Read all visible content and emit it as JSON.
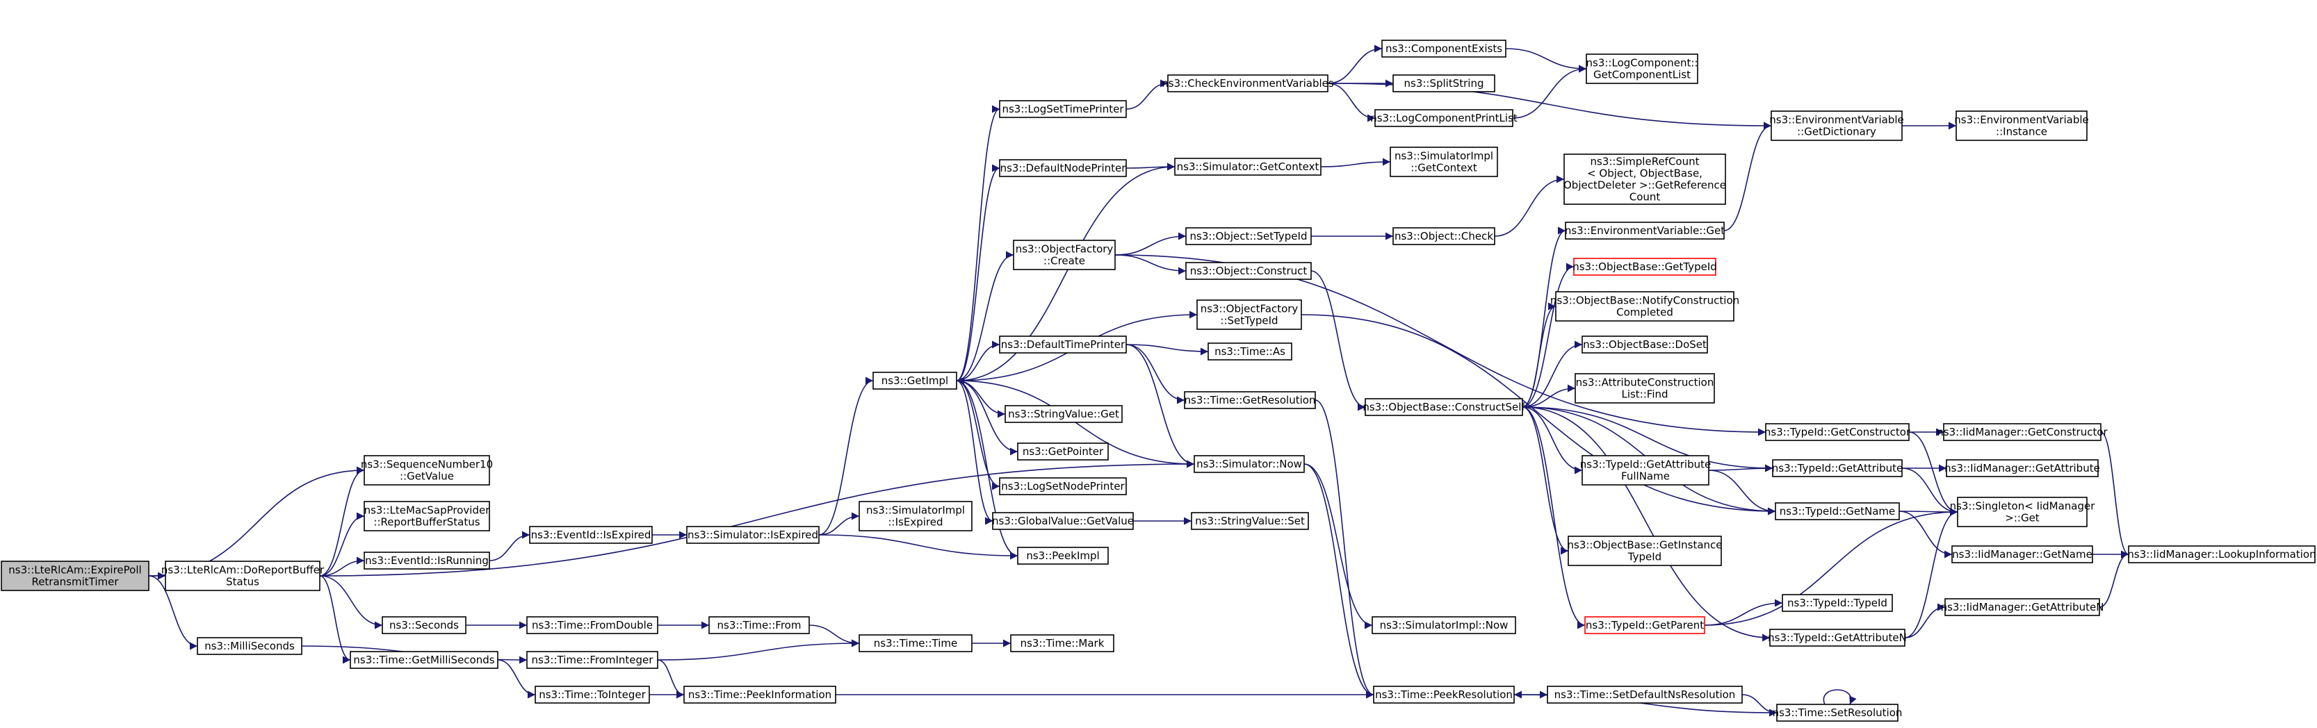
{
  "colors": {
    "edge": "#191970",
    "root_fill": "#bfbfbf",
    "node_border": "#000000",
    "warn_border": "#ff0000",
    "background": "#ffffff"
  },
  "nodes": [
    {
      "id": "root",
      "lines": [
        "ns3::LteRlcAm::ExpirePoll",
        "RetransmitTimer"
      ],
      "style": "root"
    },
    {
      "id": "doreport",
      "lines": [
        "ns3::LteRlcAm::DoReportBuffer",
        "Status"
      ]
    },
    {
      "id": "millis",
      "lines": [
        "ns3::MilliSeconds"
      ]
    },
    {
      "id": "seqnum",
      "lines": [
        "ns3::SequenceNumber10",
        "::GetValue"
      ]
    },
    {
      "id": "ltemac",
      "lines": [
        "ns3::LteMacSapProvider",
        "::ReportBufferStatus"
      ]
    },
    {
      "id": "evrunning",
      "lines": [
        "ns3::EventId::IsRunning"
      ]
    },
    {
      "id": "seconds",
      "lines": [
        "ns3::Seconds"
      ]
    },
    {
      "id": "getmilli",
      "lines": [
        "ns3::Time::GetMilliSeconds"
      ]
    },
    {
      "id": "evexpired",
      "lines": [
        "ns3::EventId::IsExpired"
      ]
    },
    {
      "id": "simexpired",
      "lines": [
        "ns3::Simulator::IsExpired"
      ]
    },
    {
      "id": "fromdouble",
      "lines": [
        "ns3::Time::FromDouble"
      ]
    },
    {
      "id": "frominteger",
      "lines": [
        "ns3::Time::FromInteger"
      ]
    },
    {
      "id": "tointeger",
      "lines": [
        "ns3::Time::ToInteger"
      ]
    },
    {
      "id": "getimpl",
      "lines": [
        "ns3::GetImpl"
      ]
    },
    {
      "id": "simimplexp",
      "lines": [
        "ns3::SimulatorImpl",
        "::IsExpired"
      ]
    },
    {
      "id": "timefrom",
      "lines": [
        "ns3::Time::From"
      ]
    },
    {
      "id": "peekinfo",
      "lines": [
        "ns3::Time::PeekInformation"
      ]
    },
    {
      "id": "timetime",
      "lines": [
        "ns3::Time::Time"
      ]
    },
    {
      "id": "logsettime",
      "lines": [
        "ns3::LogSetTimePrinter"
      ]
    },
    {
      "id": "defnodeprinter",
      "lines": [
        "ns3::DefaultNodePrinter"
      ]
    },
    {
      "id": "objfactcreate",
      "lines": [
        "ns3::ObjectFactory",
        "::Create"
      ]
    },
    {
      "id": "deftimeprinter",
      "lines": [
        "ns3::DefaultTimePrinter"
      ]
    },
    {
      "id": "stringvalget",
      "lines": [
        "ns3::StringValue::Get"
      ]
    },
    {
      "id": "getpointer",
      "lines": [
        "ns3::GetPointer"
      ]
    },
    {
      "id": "logsetnode",
      "lines": [
        "ns3::LogSetNodePrinter"
      ]
    },
    {
      "id": "globalvalget",
      "lines": [
        "ns3::GlobalValue::GetValue"
      ]
    },
    {
      "id": "peekimpl",
      "lines": [
        "ns3::PeekImpl"
      ]
    },
    {
      "id": "timemark",
      "lines": [
        "ns3::Time::Mark"
      ]
    },
    {
      "id": "checkenv",
      "lines": [
        "ns3::CheckEnvironmentVariables"
      ]
    },
    {
      "id": "simgetctx",
      "lines": [
        "ns3::Simulator::GetContext"
      ]
    },
    {
      "id": "objsettypeid",
      "lines": [
        "ns3::Object::SetTypeId"
      ]
    },
    {
      "id": "objconstruct",
      "lines": [
        "ns3::Object::Construct"
      ]
    },
    {
      "id": "objfactsettype",
      "lines": [
        "ns3::ObjectFactory",
        "::SetTypeId"
      ]
    },
    {
      "id": "timeas",
      "lines": [
        "ns3::Time::As"
      ]
    },
    {
      "id": "timegetres",
      "lines": [
        "ns3::Time::GetResolution"
      ]
    },
    {
      "id": "simnow",
      "lines": [
        "ns3::Simulator::Now"
      ]
    },
    {
      "id": "strvalset",
      "lines": [
        "ns3::StringValue::Set"
      ]
    },
    {
      "id": "compexists",
      "lines": [
        "ns3::ComponentExists"
      ]
    },
    {
      "id": "splitstring",
      "lines": [
        "ns3::SplitString"
      ]
    },
    {
      "id": "logcompprint",
      "lines": [
        "ns3::LogComponentPrintList"
      ]
    },
    {
      "id": "simimplctx",
      "lines": [
        "ns3::SimulatorImpl",
        "::GetContext"
      ]
    },
    {
      "id": "objcheck",
      "lines": [
        "ns3::Object::Check"
      ]
    },
    {
      "id": "objbaseconstruct",
      "lines": [
        "ns3::ObjectBase::ConstructSelf"
      ]
    },
    {
      "id": "simimplnow",
      "lines": [
        "ns3::SimulatorImpl::Now"
      ]
    },
    {
      "id": "peekres",
      "lines": [
        "ns3::Time::PeekResolution"
      ]
    },
    {
      "id": "logcompget",
      "lines": [
        "ns3::LogComponent::",
        "GetComponentList"
      ]
    },
    {
      "id": "simplerefcount",
      "lines": [
        "ns3::SimpleRefCount",
        "< Object, ObjectBase,",
        "ObjectDeleter >::GetReference",
        "Count"
      ]
    },
    {
      "id": "envvarget",
      "lines": [
        "ns3::EnvironmentVariable::Get"
      ]
    },
    {
      "id": "objbasegettype",
      "lines": [
        "ns3::ObjectBase::GetTypeId"
      ],
      "style": "red"
    },
    {
      "id": "objbasenotify",
      "lines": [
        "ns3::ObjectBase::NotifyConstruction",
        "Completed"
      ]
    },
    {
      "id": "objbasedoset",
      "lines": [
        "ns3::ObjectBase::DoSet"
      ]
    },
    {
      "id": "attrconstruct",
      "lines": [
        "ns3::AttributeConstruction",
        "List::Find"
      ]
    },
    {
      "id": "typeidgetattrfull",
      "lines": [
        "ns3::TypeId::GetAttribute",
        "FullName"
      ]
    },
    {
      "id": "objbasegetinst",
      "lines": [
        "ns3::ObjectBase::GetInstance",
        "TypeId"
      ]
    },
    {
      "id": "typeidgetparent",
      "lines": [
        "ns3::TypeId::GetParent"
      ],
      "style": "red"
    },
    {
      "id": "setdefaultres",
      "lines": [
        "ns3::Time::SetDefaultNsResolution"
      ]
    },
    {
      "id": "envvargetdict",
      "lines": [
        "ns3::EnvironmentVariable",
        "::GetDictionary"
      ]
    },
    {
      "id": "typeidgetctor",
      "lines": [
        "ns3::TypeId::GetConstructor"
      ]
    },
    {
      "id": "typeidgetattr",
      "lines": [
        "ns3::TypeId::GetAttribute"
      ]
    },
    {
      "id": "typeidgetname",
      "lines": [
        "ns3::TypeId::GetName"
      ]
    },
    {
      "id": "typeidtypeid",
      "lines": [
        "ns3::TypeId::TypeId"
      ]
    },
    {
      "id": "typeidgetattrn",
      "lines": [
        "ns3::TypeId::GetAttributeN"
      ]
    },
    {
      "id": "setres",
      "lines": [
        "ns3::Time::SetResolution"
      ]
    },
    {
      "id": "envvarinst",
      "lines": [
        "ns3::EnvironmentVariable",
        "::Instance"
      ]
    },
    {
      "id": "iidgetctor",
      "lines": [
        "ns3::IidManager::GetConstructor"
      ]
    },
    {
      "id": "iidgetattr",
      "lines": [
        "ns3::IidManager::GetAttribute"
      ]
    },
    {
      "id": "singleton",
      "lines": [
        "ns3::Singleton< IidManager",
        ">::Get"
      ]
    },
    {
      "id": "iidgetname",
      "lines": [
        "ns3::IidManager::GetName"
      ]
    },
    {
      "id": "iidgetattrn",
      "lines": [
        "ns3::IidManager::GetAttributeN"
      ]
    },
    {
      "id": "iidlookup",
      "lines": [
        "ns3::IidManager::LookupInformation"
      ]
    }
  ],
  "edges": [
    [
      "root",
      "doreport"
    ],
    [
      "root",
      "millis"
    ],
    [
      "root",
      "seqnum"
    ],
    [
      "doreport",
      "seqnum"
    ],
    [
      "doreport",
      "ltemac"
    ],
    [
      "doreport",
      "evrunning"
    ],
    [
      "doreport",
      "seconds"
    ],
    [
      "doreport",
      "getmilli"
    ],
    [
      "doreport",
      "simnow"
    ],
    [
      "millis",
      "frominteger"
    ],
    [
      "evrunning",
      "evexpired"
    ],
    [
      "evexpired",
      "simexpired"
    ],
    [
      "simexpired",
      "getimpl"
    ],
    [
      "simexpired",
      "simimplexp"
    ],
    [
      "simexpired",
      "peekimpl"
    ],
    [
      "seconds",
      "fromdouble"
    ],
    [
      "fromdouble",
      "timefrom"
    ],
    [
      "timefrom",
      "timetime"
    ],
    [
      "getmilli",
      "tointeger"
    ],
    [
      "tointeger",
      "peekinfo"
    ],
    [
      "frominteger",
      "peekinfo"
    ],
    [
      "frominteger",
      "timetime"
    ],
    [
      "timetime",
      "timemark"
    ],
    [
      "peekinfo",
      "peekres"
    ],
    [
      "getimpl",
      "logsettime"
    ],
    [
      "getimpl",
      "defnodeprinter"
    ],
    [
      "getimpl",
      "objfactcreate"
    ],
    [
      "getimpl",
      "deftimeprinter"
    ],
    [
      "getimpl",
      "stringvalget"
    ],
    [
      "getimpl",
      "getpointer"
    ],
    [
      "getimpl",
      "logsetnode"
    ],
    [
      "getimpl",
      "globalvalget"
    ],
    [
      "getimpl",
      "peekimpl"
    ],
    [
      "getimpl",
      "objfactsettype"
    ],
    [
      "getimpl",
      "simgetctx"
    ],
    [
      "logsettime",
      "checkenv"
    ],
    [
      "defnodeprinter",
      "simgetctx"
    ],
    [
      "objfactcreate",
      "objsettypeid"
    ],
    [
      "objfactcreate",
      "objconstruct"
    ],
    [
      "objfactcreate",
      "typeidgetctor"
    ],
    [
      "deftimeprinter",
      "timeas"
    ],
    [
      "deftimeprinter",
      "timegetres"
    ],
    [
      "deftimeprinter",
      "simnow"
    ],
    [
      "globalvalget",
      "strvalset"
    ],
    [
      "checkenv",
      "compexists"
    ],
    [
      "checkenv",
      "splitstring"
    ],
    [
      "checkenv",
      "logcompprint"
    ],
    [
      "checkenv",
      "envvargetdict"
    ],
    [
      "compexists",
      "logcompget"
    ],
    [
      "logcompprint",
      "logcompget"
    ],
    [
      "simgetctx",
      "simimplctx"
    ],
    [
      "objsettypeid",
      "objcheck"
    ],
    [
      "objcheck",
      "simplerefcount"
    ],
    [
      "objconstruct",
      "objbaseconstruct"
    ],
    [
      "objfactsettype",
      "typeidgetname"
    ],
    [
      "timegetres",
      "peekres"
    ],
    [
      "simnow",
      "getimpl"
    ],
    [
      "simnow",
      "simimplnow"
    ],
    [
      "simnow",
      "peekres"
    ],
    [
      "objbaseconstruct",
      "envvarget"
    ],
    [
      "objbaseconstruct",
      "objbasegettype"
    ],
    [
      "objbaseconstruct",
      "objbasenotify"
    ],
    [
      "objbaseconstruct",
      "objbasedoset"
    ],
    [
      "objbaseconstruct",
      "attrconstruct"
    ],
    [
      "objbaseconstruct",
      "typeidgetattrfull"
    ],
    [
      "objbaseconstruct",
      "objbasegetinst"
    ],
    [
      "objbaseconstruct",
      "typeidgetparent"
    ],
    [
      "objbaseconstruct",
      "typeidgetattr"
    ],
    [
      "objbaseconstruct",
      "typeidgetname"
    ],
    [
      "objbaseconstruct",
      "typeidgetattrn"
    ],
    [
      "envvarget",
      "envvargetdict"
    ],
    [
      "envvargetdict",
      "envvarinst"
    ],
    [
      "typeidgetattrfull",
      "typeidgetattr"
    ],
    [
      "typeidgetattrfull",
      "typeidgetname"
    ],
    [
      "typeidgetparent",
      "typeidtypeid"
    ],
    [
      "typeidgetparent",
      "singleton"
    ],
    [
      "peekres",
      "setdefaultres"
    ],
    [
      "setdefaultres",
      "setres"
    ],
    [
      "setres",
      "peekres"
    ],
    [
      "setres",
      "setres"
    ],
    [
      "typeidgetctor",
      "iidgetctor"
    ],
    [
      "typeidgetctor",
      "singleton"
    ],
    [
      "typeidgetattr",
      "iidgetattr"
    ],
    [
      "typeidgetattr",
      "singleton"
    ],
    [
      "typeidgetname",
      "singleton"
    ],
    [
      "typeidgetname",
      "iidgetname"
    ],
    [
      "typeidgetattrn",
      "singleton"
    ],
    [
      "typeidgetattrn",
      "iidgetattrn"
    ],
    [
      "iidgetctor",
      "iidlookup"
    ],
    [
      "iidgetname",
      "iidlookup"
    ],
    [
      "iidgetattrn",
      "iidlookup"
    ]
  ]
}
